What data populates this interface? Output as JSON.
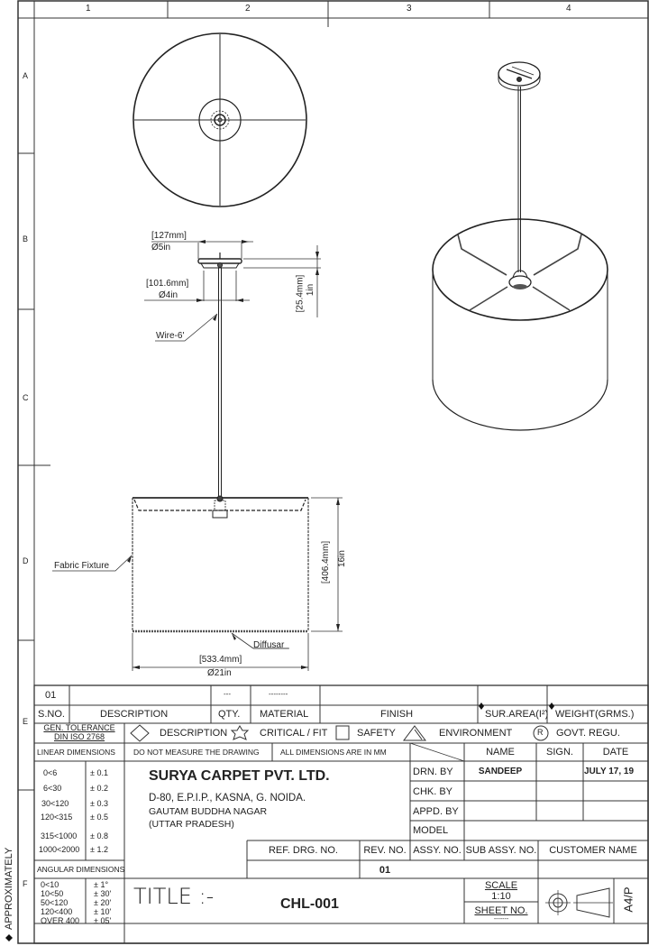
{
  "border": {
    "columns": [
      "1",
      "2",
      "3",
      "4"
    ],
    "rows": [
      "A",
      "B",
      "C",
      "D",
      "E",
      "F"
    ],
    "side_note": "APPROXIMATELY",
    "side_note_marker": "diamond"
  },
  "drawing": {
    "annotations": {
      "canopy_diameter_mm": "[127mm]",
      "canopy_diameter_in": "Ø5in",
      "canopy_inner_mm": "[101.6mm]",
      "canopy_inner_in": "Ø4in",
      "canopy_height_mm": "[25.4mm]",
      "canopy_height_in": "1in",
      "wire_label": "Wire-6'",
      "fabric_label": "Fabric Fixture",
      "diffuser_label": "Diffusar",
      "shade_height_mm": "[406.4mm]",
      "shade_height_in": "16in",
      "shade_width_mm": "[533.4mm]",
      "shade_width_in": "Ø21in"
    },
    "views": [
      "top-view",
      "front-view",
      "isometric-view"
    ]
  },
  "bom": {
    "row": {
      "sno": "01",
      "description": "",
      "qty": "---",
      "material": "--------",
      "finish": "",
      "sur_area": "",
      "weight": ""
    },
    "headers": {
      "sno": "S.NO.",
      "description": "DESCRIPTION",
      "qty": "QTY.",
      "material": "MATERIAL",
      "finish": "FINISH",
      "sur_area": "SUR.AREA(I²)",
      "weight": "WEIGHT(GRMS.)"
    }
  },
  "symbols_legend": {
    "tolerance_line1": "GEN. TOLERANCE",
    "tolerance_line2": "DIN ISO 2768",
    "items": [
      {
        "icon": "diamond-icon",
        "label": "DESCRIPTION"
      },
      {
        "icon": "star-icon",
        "label": "CRITICAL / FIT"
      },
      {
        "icon": "square-icon",
        "label": "SAFETY"
      },
      {
        "icon": "triangle-icon",
        "label": "ENVIRONMENT"
      },
      {
        "icon": "circle-r-icon",
        "label": "GOVT. REGU."
      }
    ]
  },
  "notes": {
    "linear_dimensions": "LINEAR DIMENSIONS",
    "do_not_measure": "DO NOT MEASURE THE DRAWING",
    "all_dimensions": "ALL DIMENSIONS ARE IN MM",
    "angular_dimensions": "ANGULAR DIMENSIONS"
  },
  "linear_tolerances": [
    {
      "range": "0<6",
      "tol": "± 0.1"
    },
    {
      "range": "6<30",
      "tol": "± 0.2"
    },
    {
      "range": "30<120",
      "tol": "± 0.3"
    },
    {
      "range": "120<315",
      "tol": "± 0.5"
    },
    {
      "range": "315<1000",
      "tol": "± 0.8"
    },
    {
      "range": "1000<2000",
      "tol": "± 1.2"
    }
  ],
  "angular_tolerances": [
    {
      "range": "0<10",
      "tol": "± 1°"
    },
    {
      "range": "10<50",
      "tol": "± 30'"
    },
    {
      "range": "50<120",
      "tol": "± 20'"
    },
    {
      "range": "120<400",
      "tol": "± 10'"
    },
    {
      "range": "OVER 400",
      "tol": "± 05'"
    }
  ],
  "company": {
    "name": "SURYA CARPET PVT. LTD.",
    "address1": "D-80, E.P.I.P., KASNA, G. NOIDA.",
    "address2": "GAUTAM BUDDHA NAGAR",
    "address3": "(UTTAR PRADESH)"
  },
  "approvals": {
    "headers": {
      "name": "NAME",
      "sign": "SIGN.",
      "date": "DATE"
    },
    "rows": [
      {
        "label": "DRN. BY",
        "name": "SANDEEP",
        "sign": "",
        "date": "JULY 17, 19"
      },
      {
        "label": "CHK. BY",
        "name": "",
        "sign": "",
        "date": ""
      },
      {
        "label": "APPD. BY",
        "name": "",
        "sign": "",
        "date": ""
      }
    ],
    "model_label": "MODEL",
    "model_value": ""
  },
  "references": {
    "ref_drg_label": "REF. DRG. NO.",
    "ref_drg_value": "",
    "rev_label": "REV. NO.",
    "rev_value": "01",
    "assy_label": "ASSY. NO.",
    "assy_value": "",
    "sub_assy_label": "SUB ASSY. NO.",
    "sub_assy_value": "",
    "customer_label": "CUSTOMER NAME",
    "customer_value": ""
  },
  "title": {
    "label": "TITLE :-",
    "value": "CHL-001",
    "scale_label": "SCALE",
    "scale_value": "1:10",
    "sheet_label": "SHEET NO.",
    "sheet_value": "-------",
    "projection_icon": "first-angle-projection-icon",
    "paper_size": "A4/P"
  }
}
